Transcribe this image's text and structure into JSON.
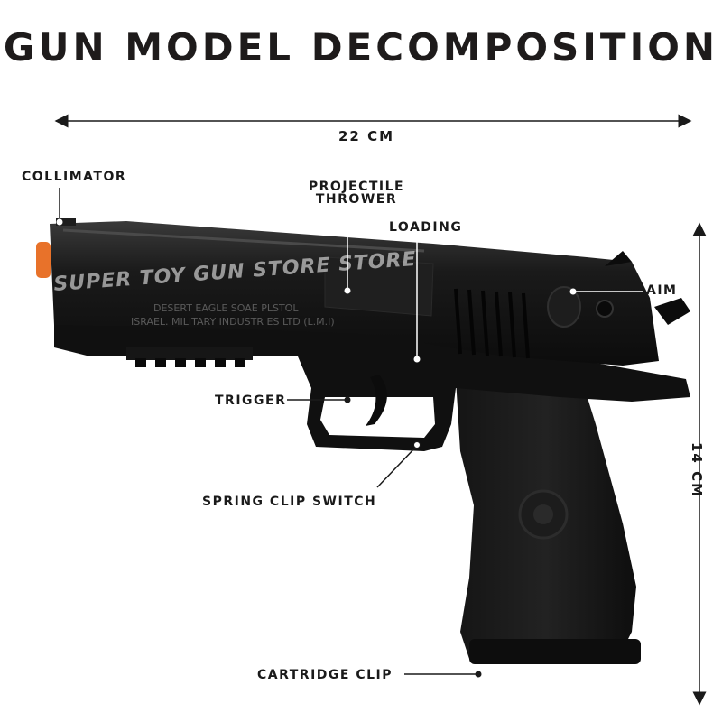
{
  "title": "GUN MODEL DECOMPOSITION",
  "dimensions": {
    "width": "22 CM",
    "height": "14 CM"
  },
  "watermark": "SUPER TOY GUN STORE STORE",
  "engraving": {
    "line1": "DESERT EAGLE SOAE PLSTOL",
    "line2": "ISRAEL. MILITARY INDUSTR ES LTD (L.M.I)"
  },
  "labels": {
    "collimator": "COLLIMATOR",
    "projectile_line1": "PROJECTILE",
    "projectile_line2": "THROWER",
    "loading": "LOADING",
    "aim": "AIM",
    "trigger": "TRIGGER",
    "spring": "SPRING CLIP SWITCH",
    "cartridge": "CARTRIDGE CLIP"
  },
  "colors": {
    "gun_body": "#121212",
    "muzzle_tip": "#e8722a",
    "background": "#ffffff"
  }
}
